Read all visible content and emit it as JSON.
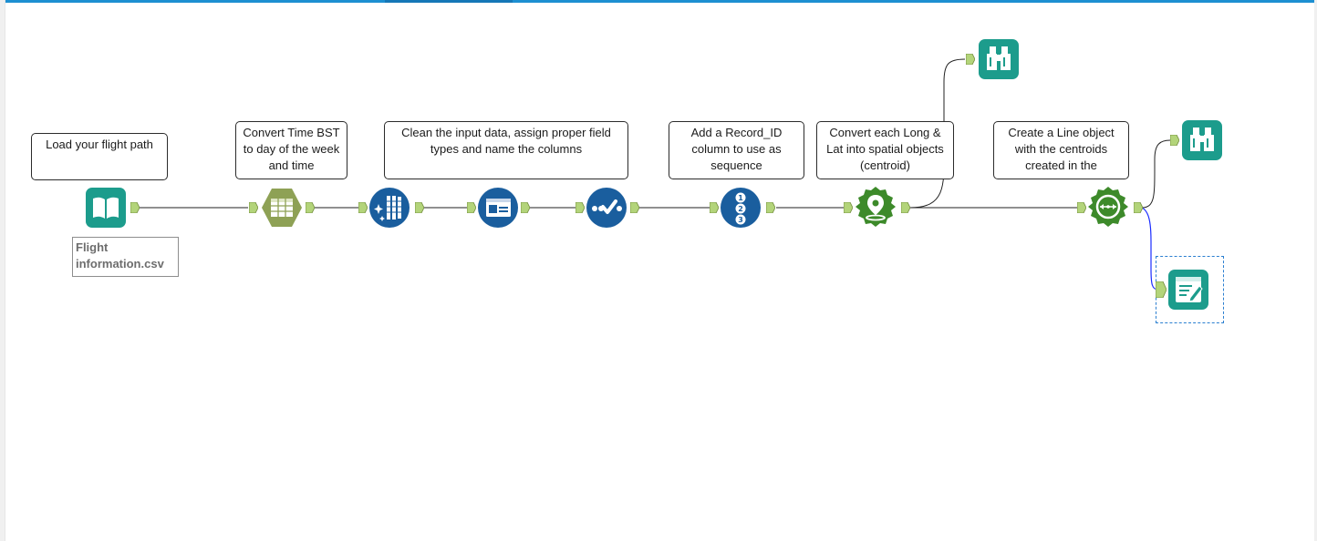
{
  "canvas": {
    "colors": {
      "accent": "#1d8fd1",
      "in_out_teal": "#1c9c8c",
      "prep_blue": "#1a5e9e",
      "parse_olive": "#8ea155",
      "spatial_green": "#3d8a2a",
      "anchor_green": "#b3d47a"
    }
  },
  "comments": {
    "load": "Load your flight path",
    "convert_time": "Convert Time BST to day of the week and time",
    "clean": "Clean the input data, assign proper field types and name the columns",
    "record_id": "Add a Record_ID column to use as sequence",
    "spatial": "Convert each Long & Lat into spatial objects (centroid)",
    "line": "Create a Line object with the centroids created in the"
  },
  "tools": {
    "input": {
      "icon": "book-icon",
      "label": "Flight information.csv"
    },
    "datetime": {
      "icon": "datetime-table-icon"
    },
    "cleanse": {
      "icon": "cleanse-sparkle-icon"
    },
    "select": {
      "icon": "select-window-icon"
    },
    "autofield": {
      "icon": "checkmark-dots-icon"
    },
    "recordid": {
      "icon": "numbered-list-icon"
    },
    "create_points": {
      "icon": "map-pin-icon"
    },
    "poly_build": {
      "icon": "polygon-build-icon"
    },
    "browse_1": {
      "icon": "binoculars-icon"
    },
    "browse_2": {
      "icon": "binoculars-icon"
    },
    "output": {
      "icon": "output-notepad-icon"
    }
  }
}
